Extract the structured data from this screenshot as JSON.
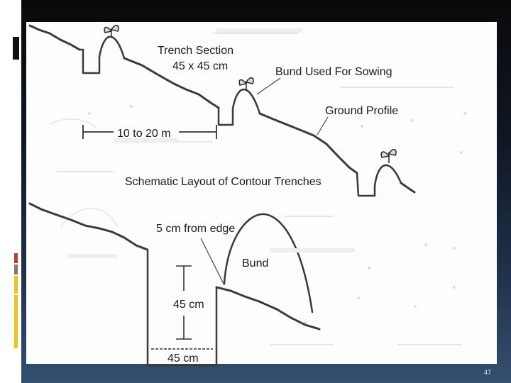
{
  "slide": {
    "page_number": "47"
  },
  "diagram": {
    "title": "Schematic Layout of Contour Trenches",
    "labels": {
      "trench_section_line1": "Trench Section",
      "trench_section_line2": "45 x 45 cm",
      "bund_for_sowing": "Bund Used For Sowing",
      "ground_profile": "Ground Profile",
      "spacing": "10 to 20 m",
      "edge_distance": "5 cm from edge",
      "bund": "Bund",
      "trench_depth": "45 cm",
      "trench_width": "45 cm"
    }
  },
  "colors": {
    "line": "#3a3a3a",
    "text": "#1a1a1a",
    "accent_red": "#c0392b",
    "accent_yellow": "#f1c40f",
    "background_dark": "#0f1623",
    "background_blue": "#34506f"
  }
}
